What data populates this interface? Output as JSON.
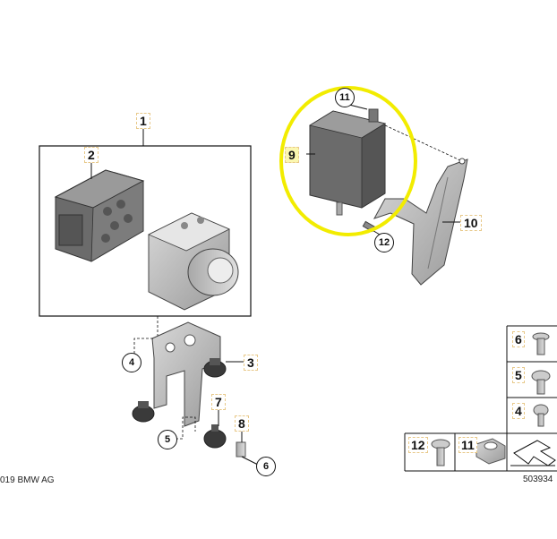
{
  "callouts": {
    "c1": "1",
    "c2": "2",
    "c3": "3",
    "c4": "4",
    "c5": "5",
    "c6": "6",
    "c7": "7",
    "c8": "8",
    "c9": "9",
    "c10": "10",
    "c11": "11",
    "c12": "12"
  },
  "parts_table": {
    "row6": "6",
    "row5": "5",
    "row4": "4",
    "row12": "12",
    "row11": "11"
  },
  "footer": {
    "copyright": "019 BMW AG",
    "diagram_number": "503934"
  },
  "colors": {
    "highlight": "#f2ec00",
    "callout_tag_border": "#e8c98a",
    "line": "#111111",
    "part_gray": "#8a8a8a"
  }
}
